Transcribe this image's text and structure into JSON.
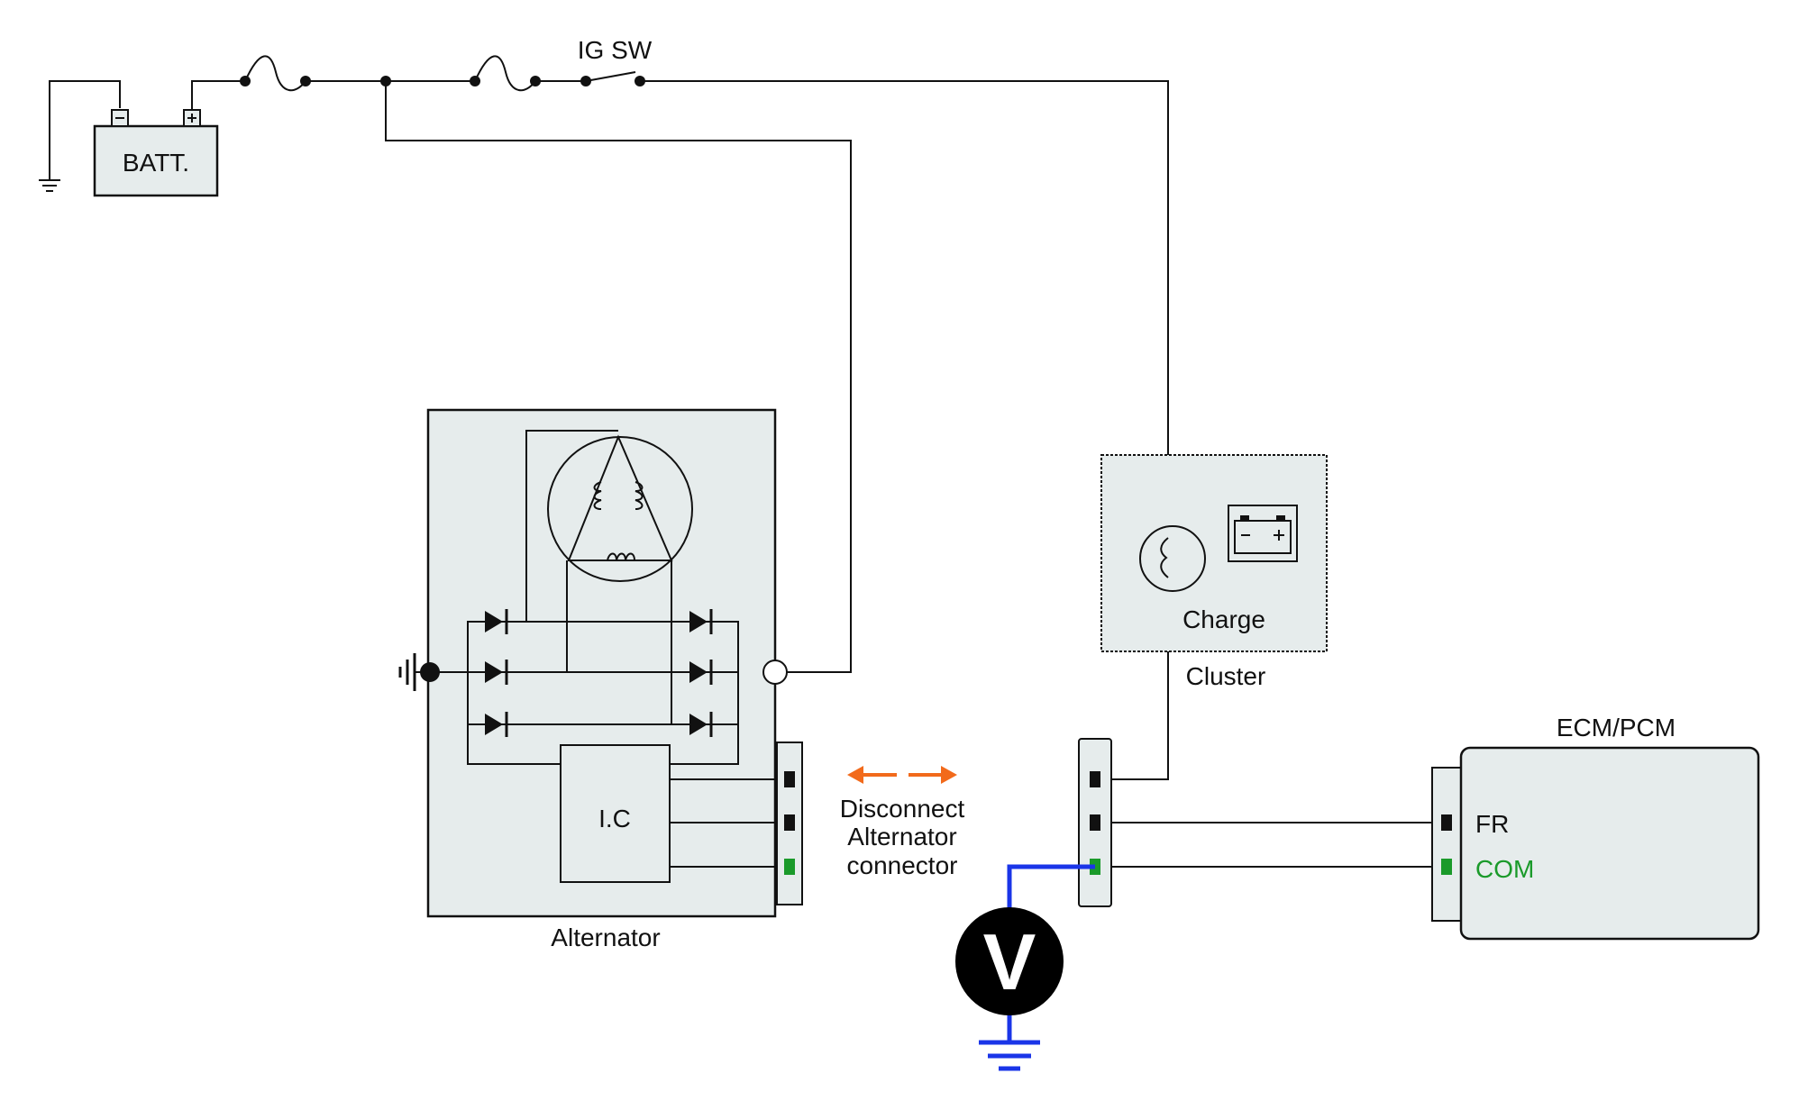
{
  "labels": {
    "battery": "BATT.",
    "battery_neg": "−",
    "battery_pos": "+",
    "ig_switch": "IG SW",
    "alternator": "Alternator",
    "ic": "I.C",
    "cluster": "Cluster",
    "charge": "Charge",
    "ecm": "ECM/PCM",
    "fr": "FR",
    "com": "COM",
    "disconnect_line1": "Disconnect",
    "disconnect_line2": "Alternator",
    "disconnect_line3": "connector",
    "voltmeter": "V"
  },
  "colors": {
    "wire": "#111111",
    "box_fill": "#e6ecec",
    "probe": "#1a35e8",
    "arrow": "#f26a1b",
    "com_pin": "#1a9a2a",
    "com_text": "#1a9a2a"
  },
  "icons": {
    "charge_lamp": "bulb-icon",
    "charge_symbol": "battery-icon",
    "voltmeter": "voltmeter-icon",
    "ground": "ground-icon"
  }
}
